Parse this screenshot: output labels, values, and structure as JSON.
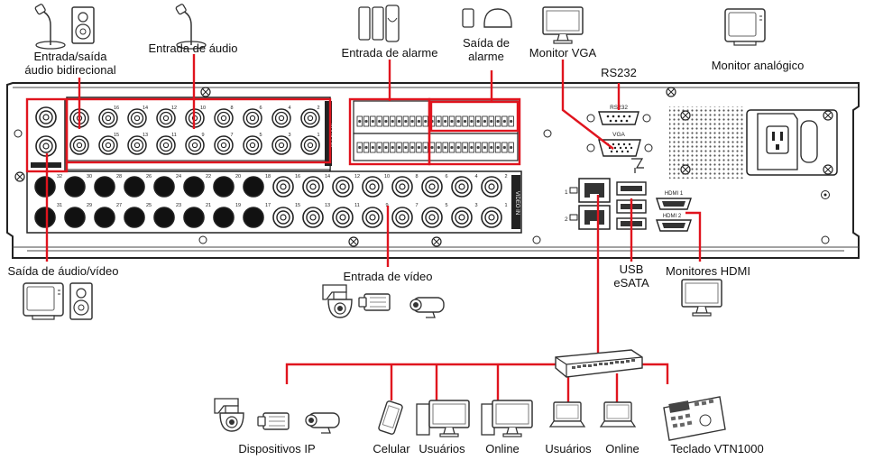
{
  "labels": {
    "bidirectional_audio": "Entrada/saída\náudio bidirecional",
    "audio_in": "Entrada de áudio",
    "alarm_in": "Entrada de alarme",
    "alarm_out": "Saída de\nalarme",
    "vga_monitor": "Monitor VGA",
    "rs232": "RS232",
    "analog_monitor": "Monitor analógico",
    "av_out": "Saída de áudio/vídeo",
    "video_in": "Entrada de vídeo",
    "usb_esata": "USB\neSATA",
    "hdmi_monitors": "Monitores HDMI",
    "ip_devices": "Dispositivos IP",
    "phone": "Celular",
    "users1": "Usuários",
    "online1": "Online",
    "users2": "Usuários",
    "online2": "Online",
    "keyboard": "Teclado VTN1000"
  },
  "panel_text": {
    "rs232": "RS232",
    "vga": "VGA",
    "hdmi1": "HDMI 1",
    "hdmi2": "HDMI 2",
    "lan1": "1",
    "lan2": "2",
    "video_in_tag": "VIDEO IN",
    "audio_in_tag": "AUDIO IN",
    "video_top_nums": [
      "32",
      "30",
      "28",
      "26",
      "24",
      "22",
      "20",
      "18",
      "16",
      "14",
      "12",
      "10",
      "8",
      "6",
      "4",
      "2"
    ],
    "video_bot_nums": [
      "31",
      "29",
      "27",
      "25",
      "23",
      "21",
      "19",
      "17",
      "15",
      "13",
      "11",
      "9",
      "7",
      "5",
      "3",
      "1"
    ],
    "audio_top_nums": [
      "16",
      "14",
      "12",
      "10",
      "8",
      "6",
      "4",
      "2"
    ],
    "audio_bot_nums": [
      "15",
      "13",
      "11",
      "9",
      "7",
      "5",
      "3",
      "1"
    ]
  },
  "colors": {
    "callout": "#e0141e",
    "device_line": "#222222",
    "panel_fill": "#ffffff",
    "filled_bnc": "#111111"
  }
}
